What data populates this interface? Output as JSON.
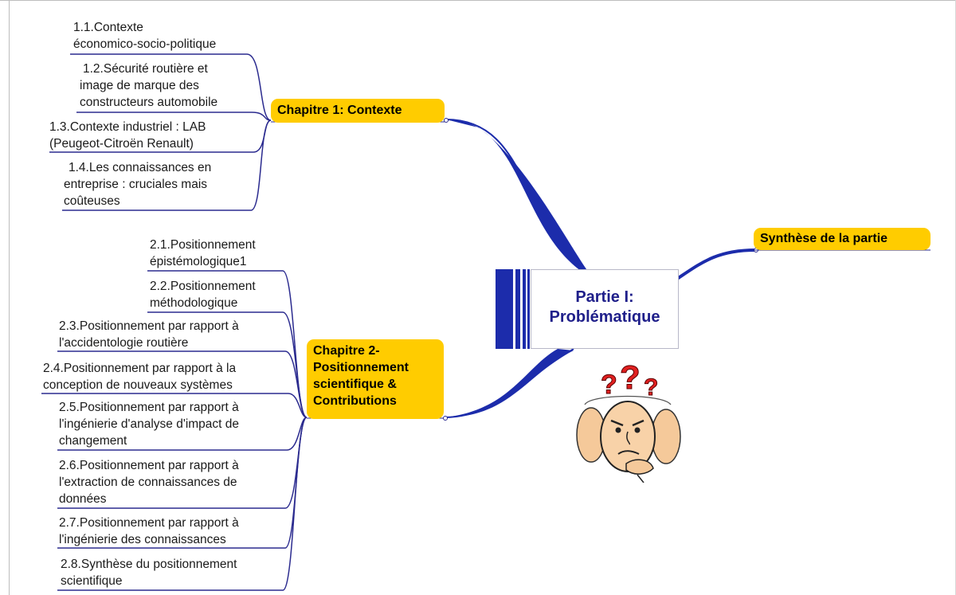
{
  "central": {
    "line1": "Partie I:",
    "line2": "Problématique"
  },
  "chapter1": {
    "label": "Chapitre 1: Contexte",
    "items": [
      {
        "line1": "1.1.Contexte",
        "line2": "économico-socio-politique"
      },
      {
        "line1": "1.2.Sécurité routière et",
        "line2": "image de marque des",
        "line3": "constructeurs automobile"
      },
      {
        "line1": "1.3.Contexte industriel : LAB",
        "line2": "(Peugeot-Citroën Renault)"
      },
      {
        "line1": "1.4.Les connaissances en",
        "line2": "entreprise : cruciales mais",
        "line3": "coûteuses"
      }
    ]
  },
  "chapter2": {
    "line1": "Chapitre 2-",
    "line2": "Positionnement",
    "line3": "scientifique &",
    "line4": "Contributions",
    "items": [
      {
        "line1": "2.1.Positionnement",
        "line2": "épistémologique1"
      },
      {
        "line1": "2.2.Positionnement",
        "line2": "méthodologique"
      },
      {
        "line1": "2.3.Positionnement par rapport à",
        "line2": "l'accidentologie routière"
      },
      {
        "line1": "2.4.Positionnement par rapport à la",
        "line2": "conception de nouveaux systèmes"
      },
      {
        "line1": "2.5.Positionnement par rapport à",
        "line2": "l'ingénierie d'analyse d'impact de",
        "line3": "changement"
      },
      {
        "line1": "2.6.Positionnement par rapport à",
        "line2": "l'extraction de connaissances de",
        "line3": "données"
      },
      {
        "line1": "2.7.Positionnement par rapport à",
        "line2": "l'ingénierie des connaissances"
      },
      {
        "line1": "2.8.Synthèse du positionnement",
        "line2": "scientifique"
      }
    ]
  },
  "synthesis": {
    "label": "Synthèse de la partie"
  },
  "colors": {
    "branch": "#1c2cab",
    "line": "#2b2b8f",
    "topic_fill": "#ffcc00",
    "central_text": "#1f1f8a"
  },
  "illustration": {
    "icon": "confused-thinking-face-icon",
    "glyph": "???"
  }
}
